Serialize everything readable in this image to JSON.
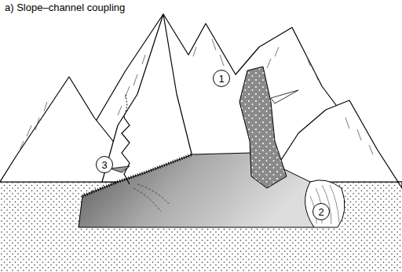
{
  "diagram": {
    "title": "a) Slope–channel coupling",
    "nodes": [
      {
        "text": [
          "1"
        ]
      },
      {
        "text": [
          "2"
        ]
      },
      {
        "text": [
          "3"
        ]
      }
    ]
  }
}
